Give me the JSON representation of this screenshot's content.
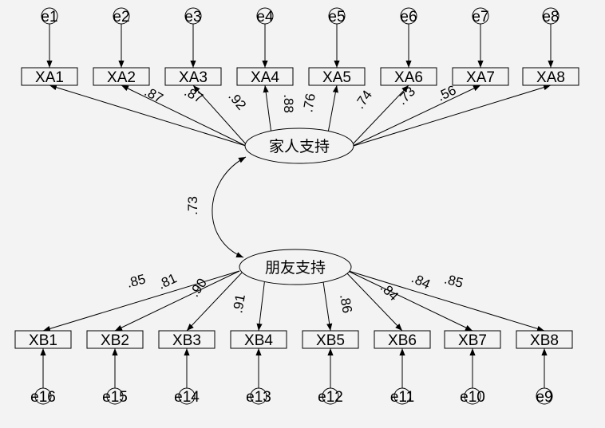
{
  "latent": [
    {
      "label": "家人支持"
    },
    {
      "label": "朋友支持"
    }
  ],
  "correlation": ".73",
  "top": {
    "indicators": [
      "XA1",
      "XA2",
      "XA3",
      "XA4",
      "XA5",
      "XA6",
      "XA7",
      "XA8"
    ],
    "errors": [
      "e1",
      "e2",
      "e3",
      "e4",
      "e5",
      "e6",
      "e7",
      "e8"
    ],
    "loadings": [
      ".87",
      ".87",
      ".92",
      ".88",
      ".76",
      ".74",
      ".73",
      ".56"
    ]
  },
  "bottom": {
    "indicators": [
      "XB1",
      "XB2",
      "XB3",
      "XB4",
      "XB5",
      "XB6",
      "XB7",
      "XB8"
    ],
    "errors": [
      "e16",
      "e15",
      "e14",
      "e13",
      "e12",
      "e11",
      "e10",
      "e9"
    ],
    "loadings": [
      ".85",
      ".81",
      ".90",
      ".91",
      ".86",
      ".84",
      ".84",
      ".85"
    ]
  },
  "colors": {
    "background": "#f3f3f3",
    "line": "#000000"
  }
}
